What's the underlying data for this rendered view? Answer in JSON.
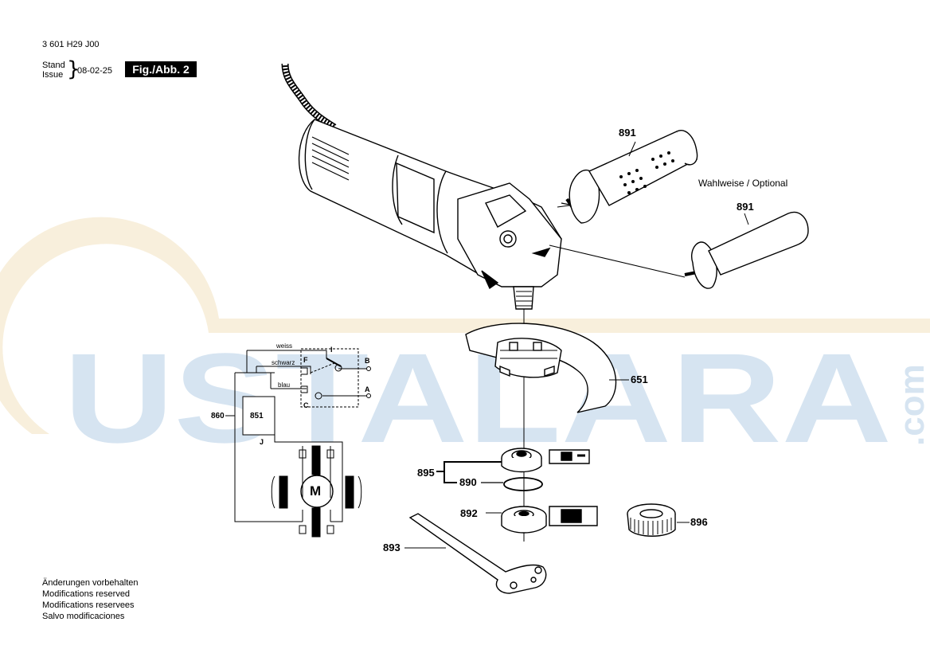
{
  "header": {
    "doc_number": "3 601 H29 J00",
    "stand_label": "Stand",
    "issue_label": "Issue",
    "issue_date": "08-02-25",
    "figure_label": "Fig./Abb. 2"
  },
  "callouts": {
    "p891a": "891",
    "p891b": "891",
    "optional": "Wahlweise / Optional",
    "p651": "651",
    "p895": "895",
    "p890": "890",
    "p892": "892",
    "p896": "896",
    "p893": "893",
    "p860": "860",
    "p851": "851"
  },
  "wiring": {
    "weiss": "weiss",
    "schwarz": "schwarz",
    "blau": "blau",
    "term_I": "I",
    "term_F": "F",
    "term_B": "B",
    "term_A": "A",
    "term_C": "C",
    "term_J": "J",
    "motor": "M"
  },
  "watermark": {
    "text": "USTALARA",
    "suffix": ".com"
  },
  "footer": {
    "lines": [
      "Änderungen vorbehalten",
      "Modifications reserved",
      "Modifications reservees",
      "Salvo modificaciones"
    ]
  },
  "colors": {
    "watermark_blue": "#cfe0ef",
    "watermark_orange": "#f6ead0"
  }
}
